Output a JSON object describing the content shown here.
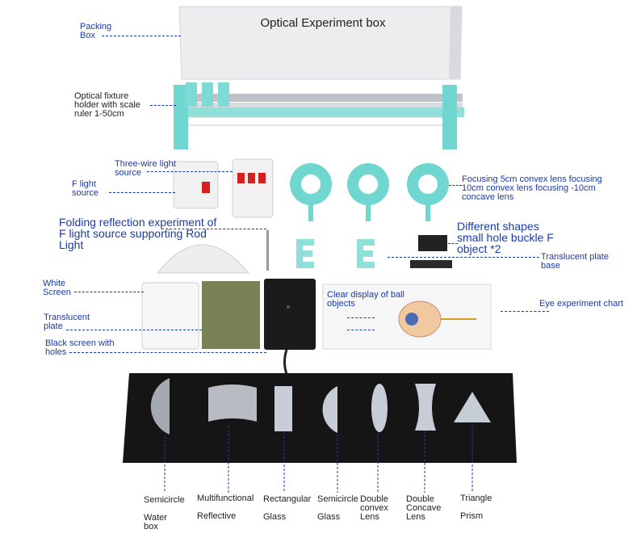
{
  "box_title": "Optical Experiment box",
  "labels": {
    "packing_box": "Packing\nBox",
    "fixture_holder": "Optical fixture\nholder with scale\nruler 1-50cm",
    "three_wire_light": "Three-wire light\nsource",
    "f_light_source": "F light\nsource",
    "focusing_lens": "Focusing 5cm convex lens focusing\n10cm convex lens focusing -10cm\nconcave lens",
    "folding_reflection": "Folding reflection experiment of\nF light source supporting Rod\nLight",
    "different_shapes": "Different shapes\nsmall hole buckle F\nobject *2",
    "translucent_plate_base": "Translucent plate\nbase",
    "white_screen": "White\nScreen",
    "translucent_plate": "Translucent\nplate",
    "black_screen": "Black screen with\nholes",
    "clear_display": "Clear display of ball\nobjects",
    "eye_chart": "Eye experiment chart"
  },
  "bottom_labels": [
    "Semicircle\n\nWater\nbox",
    "Multifunctional\n\nReflective",
    "Rectangular\n\nGlass",
    "Semicircle\n\nGlass",
    "Double\nconvex\nLens",
    "Double\nConcave\nLens",
    "Triangle\n\nPrism"
  ],
  "colors": {
    "label_blue": "#1a3aa8",
    "teal": "#6fd6d0",
    "black_board": "#151515"
  }
}
